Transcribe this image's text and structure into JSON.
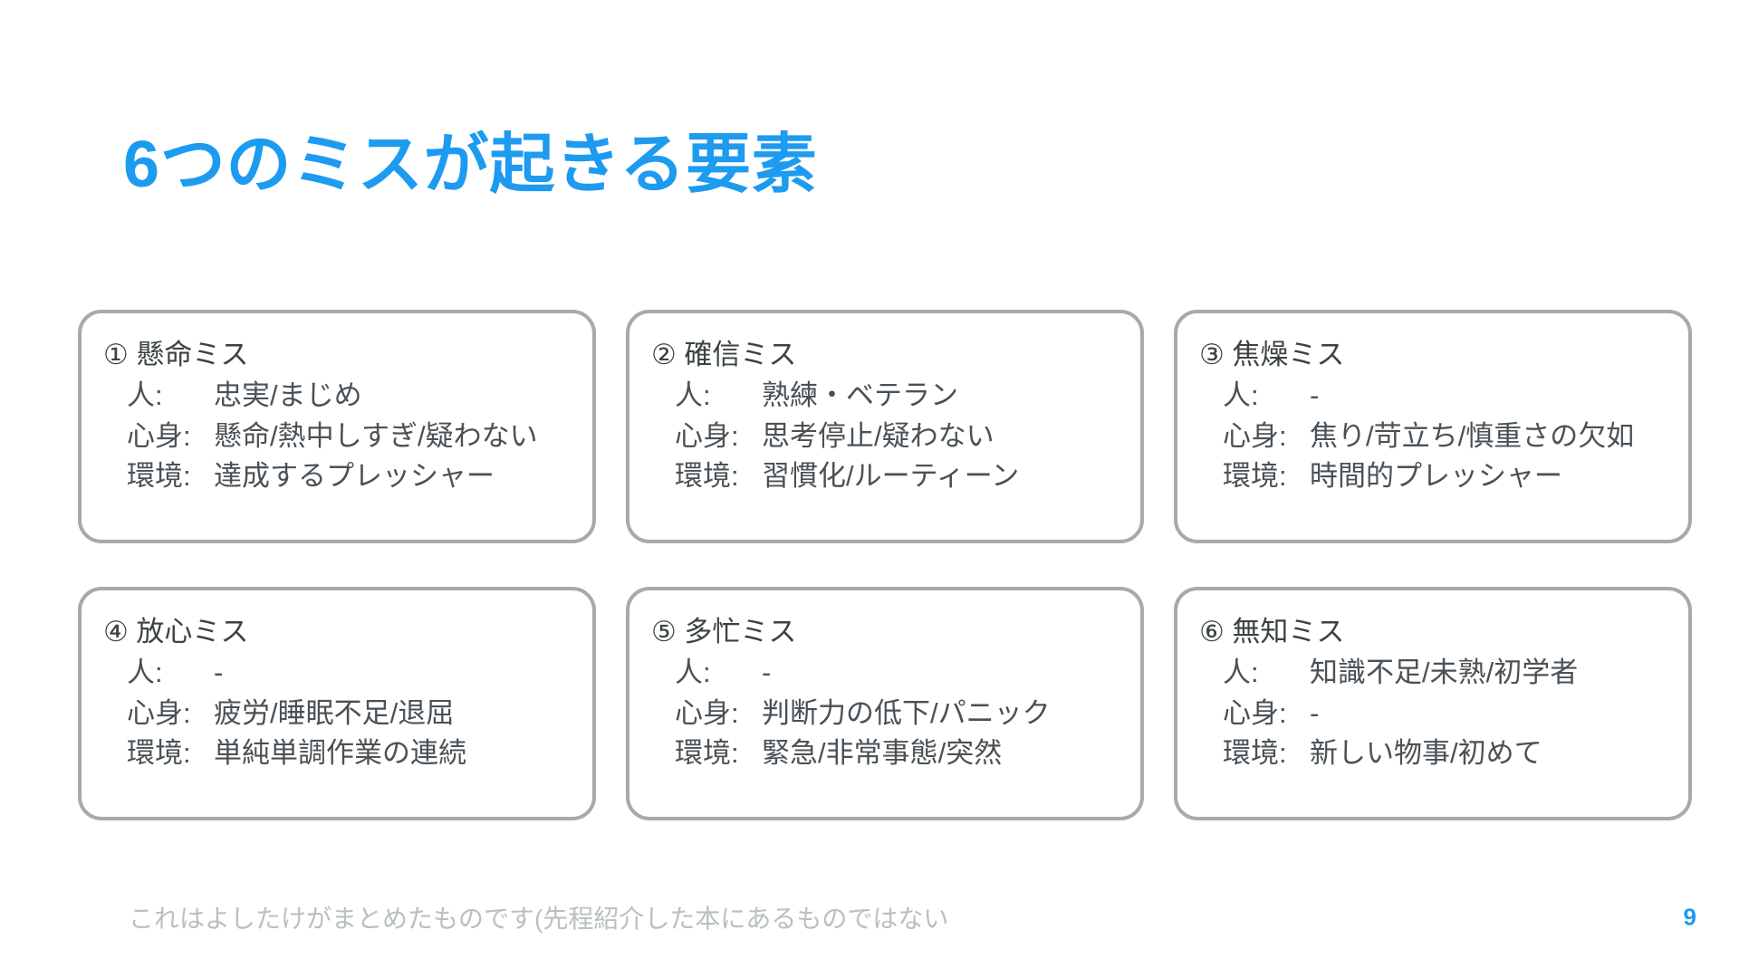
{
  "slide": {
    "title": "6つのミスが起きる要素",
    "title_color": "#1d9bf0",
    "background_color": "#ffffff",
    "card_border_color": "#a6aaa9",
    "body_text_color": "#4a5156"
  },
  "cards": [
    {
      "title": "① 懸命ミス",
      "rows": [
        {
          "label": "人:",
          "value": "忠実/まじめ"
        },
        {
          "label": "心身:",
          "value": "懸命/熱中しすぎ/疑わない"
        },
        {
          "label": "環境:",
          "value": "達成するプレッシャー"
        }
      ]
    },
    {
      "title": "② 確信ミス",
      "rows": [
        {
          "label": "人:",
          "value": "熟練・ベテラン"
        },
        {
          "label": "心身:",
          "value": "思考停止/疑わない"
        },
        {
          "label": "環境:",
          "value": "習慣化/ルーティーン"
        }
      ]
    },
    {
      "title": "③ 焦燥ミス",
      "rows": [
        {
          "label": "人:",
          "value": "-"
        },
        {
          "label": "心身:",
          "value": "焦り/苛立ち/慎重さの欠如"
        },
        {
          "label": "環境:",
          "value": "時間的プレッシャー"
        }
      ]
    },
    {
      "title": "④ 放心ミス",
      "rows": [
        {
          "label": "人:",
          "value": "-"
        },
        {
          "label": "心身:",
          "value": "疲労/睡眠不足/退屈"
        },
        {
          "label": "環境:",
          "value": "単純単調作業の連続"
        }
      ]
    },
    {
      "title": "⑤ 多忙ミス",
      "rows": [
        {
          "label": "人:",
          "value": "-"
        },
        {
          "label": "心身:",
          "value": "判断力の低下/パニック"
        },
        {
          "label": "環境:",
          "value": "緊急/非常事態/突然"
        }
      ]
    },
    {
      "title": "⑥ 無知ミス",
      "rows": [
        {
          "label": "人:",
          "value": "知識不足/未熟/初学者"
        },
        {
          "label": "心身:",
          "value": "-"
        },
        {
          "label": "環境:",
          "value": "新しい物事/初めて"
        }
      ]
    }
  ],
  "footer": {
    "note": "これはよしたけがまとめたものです(先程紹介した本にあるものではない",
    "page_number": "9"
  }
}
